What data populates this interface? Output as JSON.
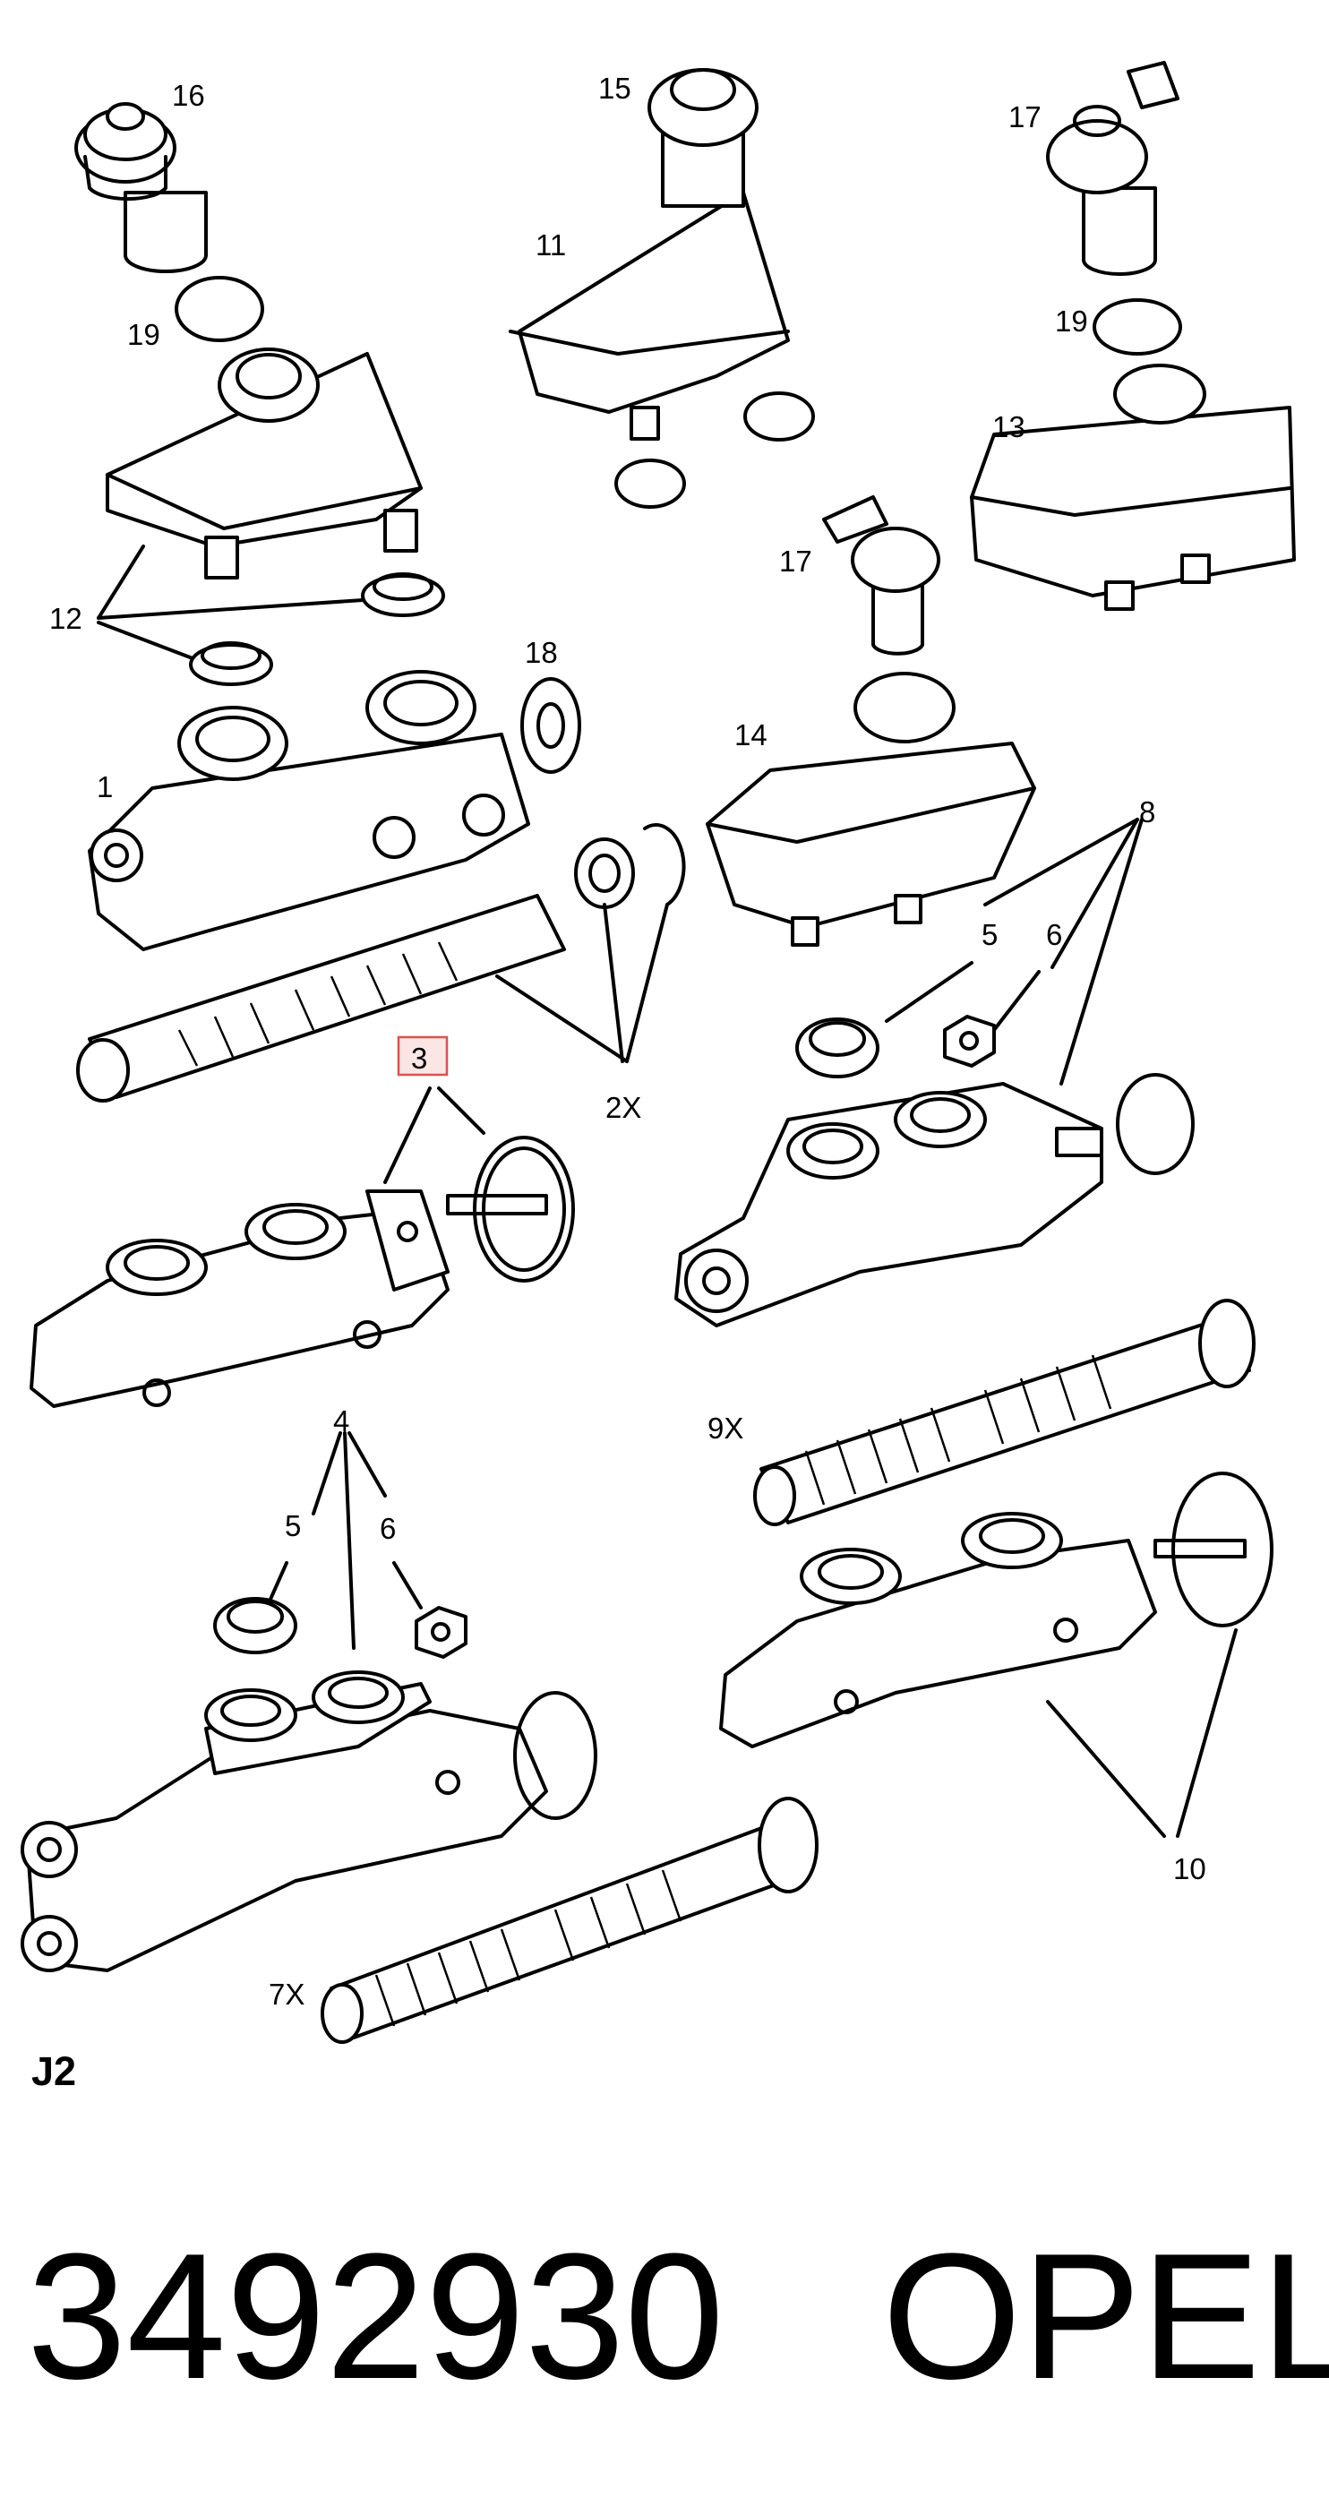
{
  "callouts": [
    "16",
    "15",
    "17",
    "19",
    "11",
    "13",
    "12",
    "17",
    "18",
    "14",
    "1",
    "8",
    "5",
    "6",
    "3",
    "2X",
    "9X",
    "4",
    "5",
    "6",
    "10",
    "7X",
    "19"
  ],
  "highlighted_callout": "3",
  "plate_code": "J2",
  "part_number": "3492930",
  "brand": "OPEL",
  "colors": {
    "line": "#000000",
    "background": "#ffffff",
    "highlight_fill": "#fbe5e5",
    "highlight_border": "#d9534f"
  }
}
